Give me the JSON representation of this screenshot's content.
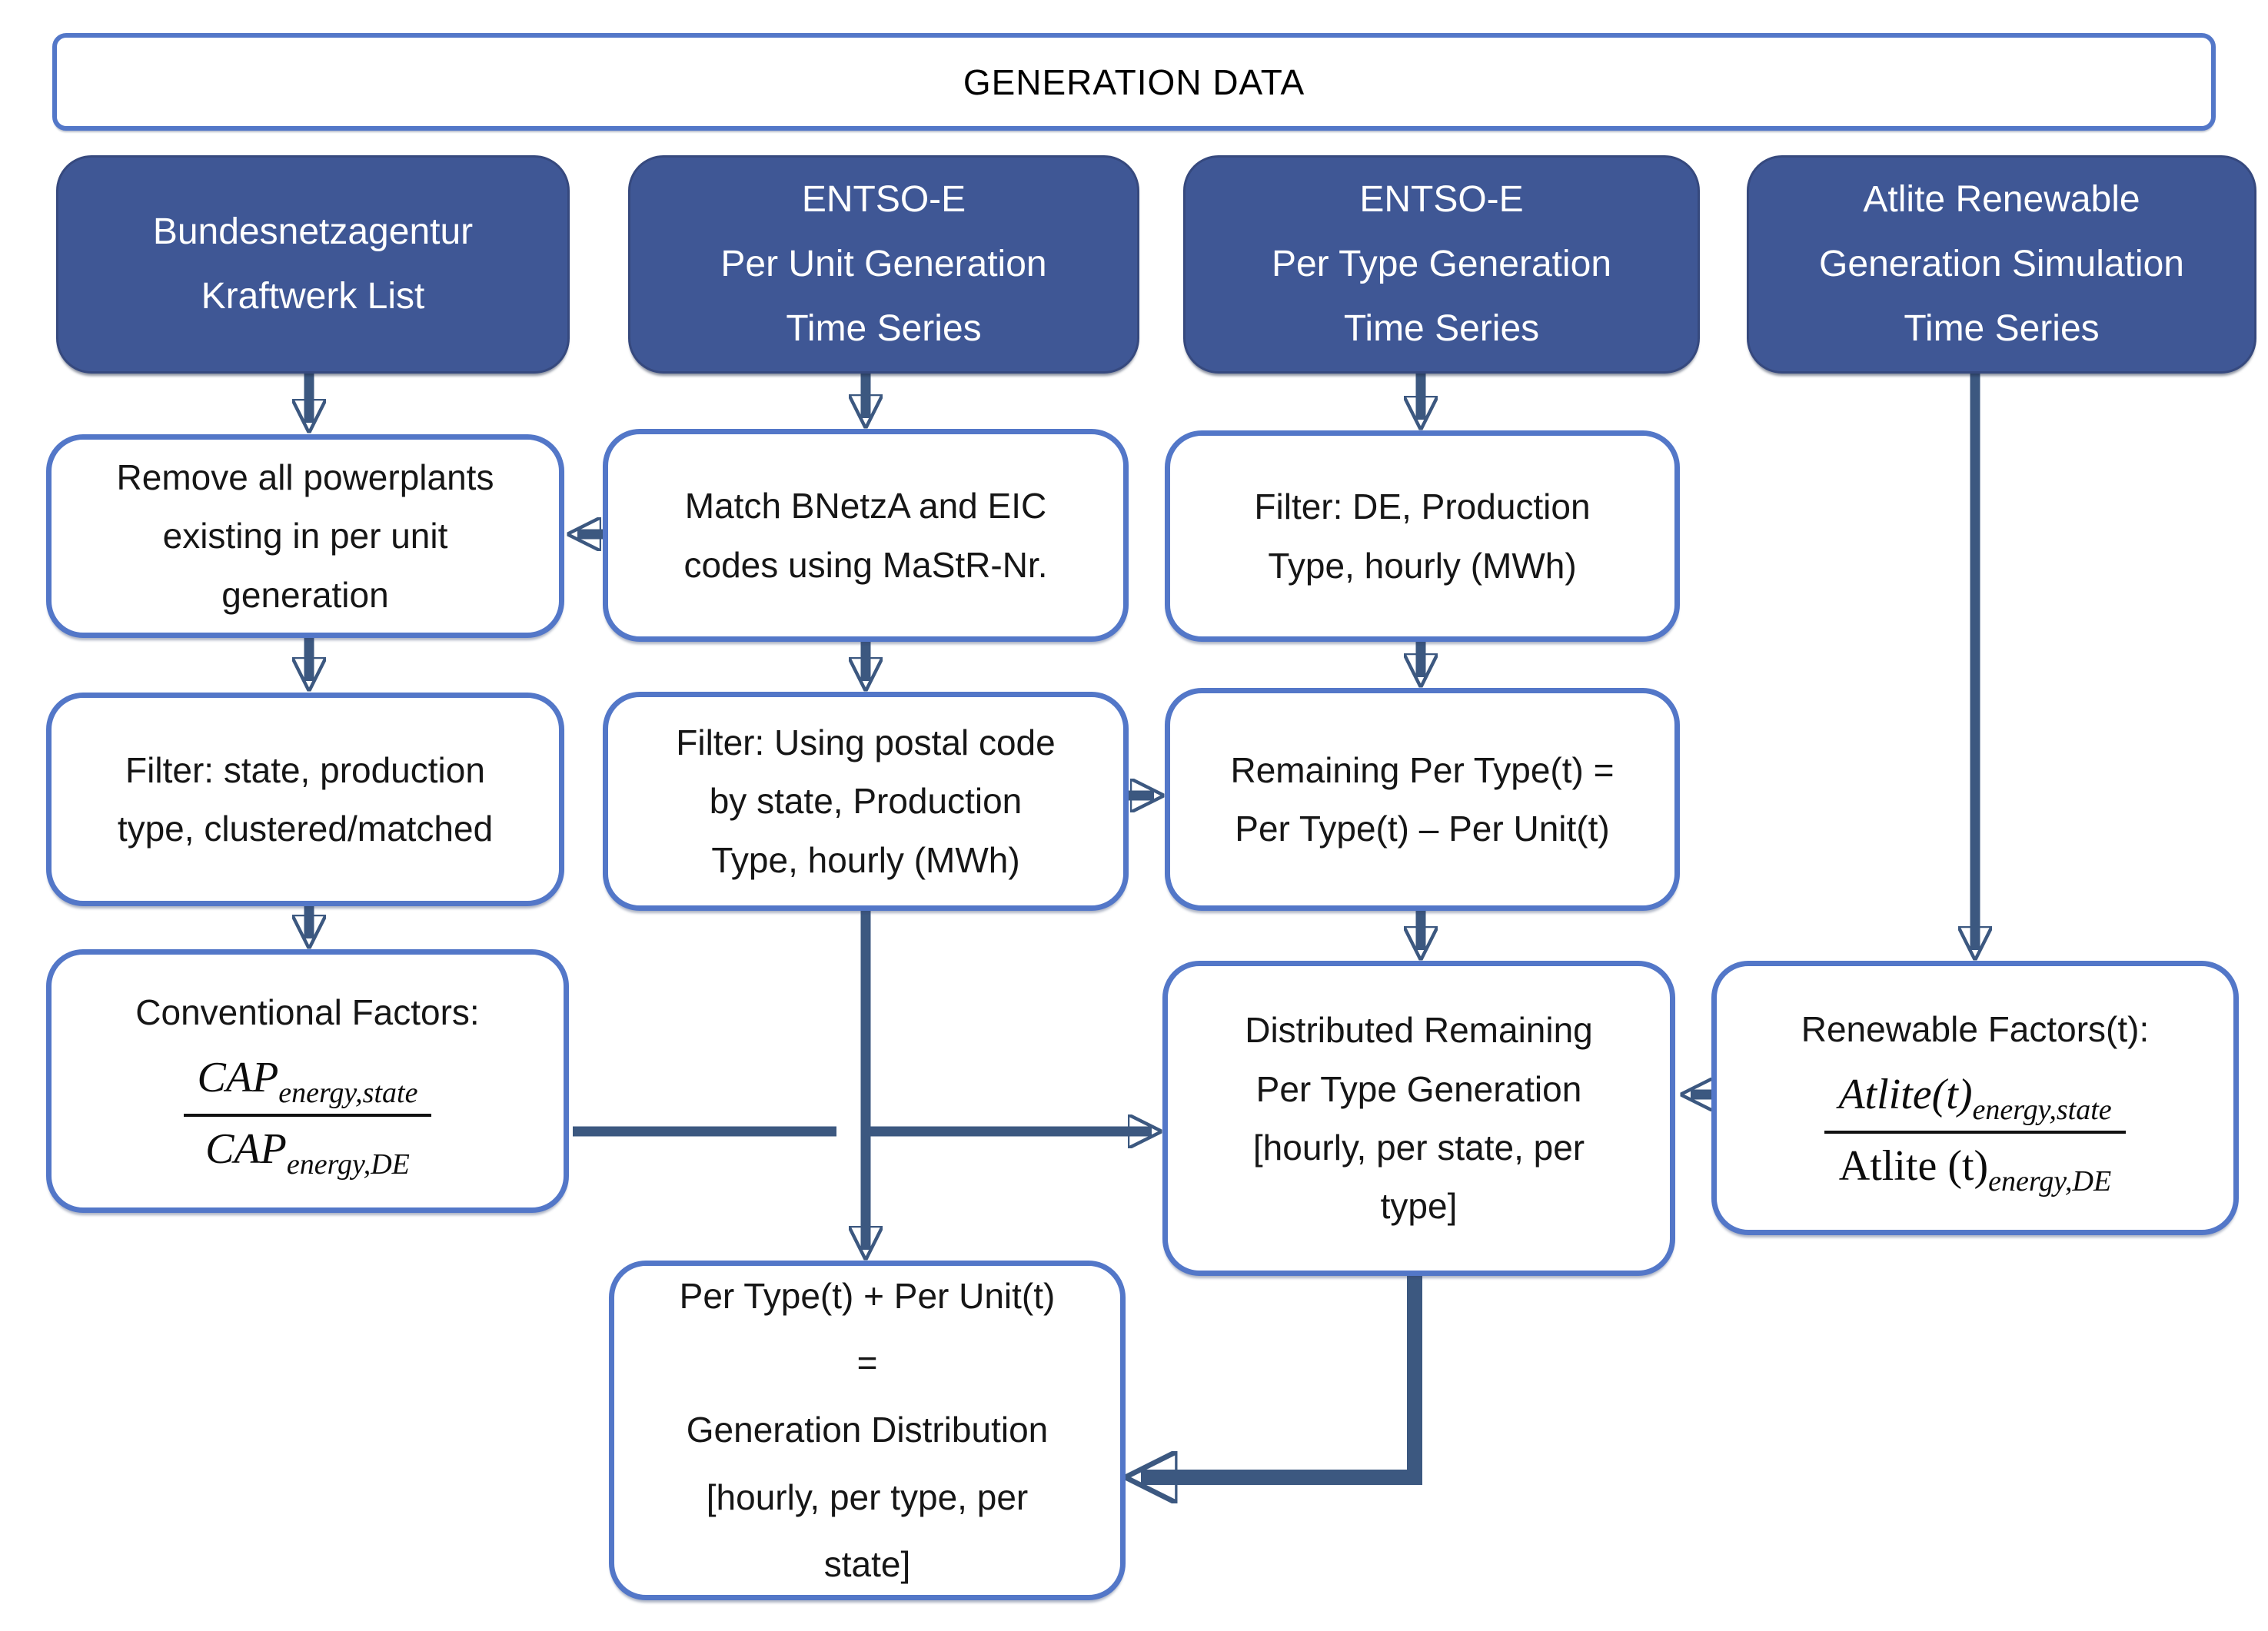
{
  "title": "GENERATION DATA",
  "colors": {
    "source-fill": "#3F5795",
    "source-border": "#36497E",
    "source-text": "#FFFFFF",
    "box-border": "#5377C8",
    "arrow": "#3C5880",
    "formula-bar": "#111111"
  },
  "sources": [
    {
      "id": "bnetza",
      "lines": [
        "Bundesnetzagentur",
        "Kraftwerk List"
      ]
    },
    {
      "id": "entsoe-per-unit",
      "lines": [
        "ENTSO-E",
        "Per Unit Generation",
        "Time Series"
      ]
    },
    {
      "id": "entsoe-per-type",
      "lines": [
        "ENTSO-E",
        "Per Type Generation",
        "Time Series"
      ]
    },
    {
      "id": "atlite",
      "lines": [
        "Atlite Renewable",
        "Generation Simulation",
        "Time Series"
      ]
    }
  ],
  "steps": {
    "remove": {
      "lines": [
        "Remove all powerplants",
        "existing in per unit",
        "generation"
      ]
    },
    "match": {
      "lines": [
        "Match BNetzA and EIC",
        "codes using MaStR-Nr."
      ]
    },
    "filter_de": {
      "lines": [
        "Filter: DE, Production",
        "Type, hourly (MWh)"
      ]
    },
    "filter_state": {
      "lines": [
        "Filter: state, production",
        "type, clustered/matched"
      ]
    },
    "filter_postal": {
      "lines": [
        "Filter: Using postal code",
        "by state, Production",
        "Type, hourly (MWh)"
      ]
    },
    "remaining": {
      "lines": [
        "Remaining Per Type(t) =",
        "Per Type(t) – Per Unit(t)"
      ]
    },
    "conventional": {
      "label": "Conventional Factors:",
      "formula": {
        "numerator": "CAP",
        "numerator_sub": "energy,state",
        "denominator": "CAP",
        "denominator_sub": "energy,DE"
      }
    },
    "distributed": {
      "lines": [
        "Distributed Remaining",
        "Per Type Generation",
        "[hourly, per state, per",
        "type]"
      ]
    },
    "renewable": {
      "label": "Renewable Factors(t):",
      "formula": {
        "numerator": "Atlite(t)",
        "numerator_sub": "energy,state",
        "denominator": "Atlite (t)",
        "denominator_sub": "energy,DE"
      }
    },
    "result": {
      "lines": [
        "Per Type(t) + Per Unit(t)",
        "=",
        "Generation Distribution",
        "[hourly, per type, per",
        "state]"
      ]
    }
  }
}
